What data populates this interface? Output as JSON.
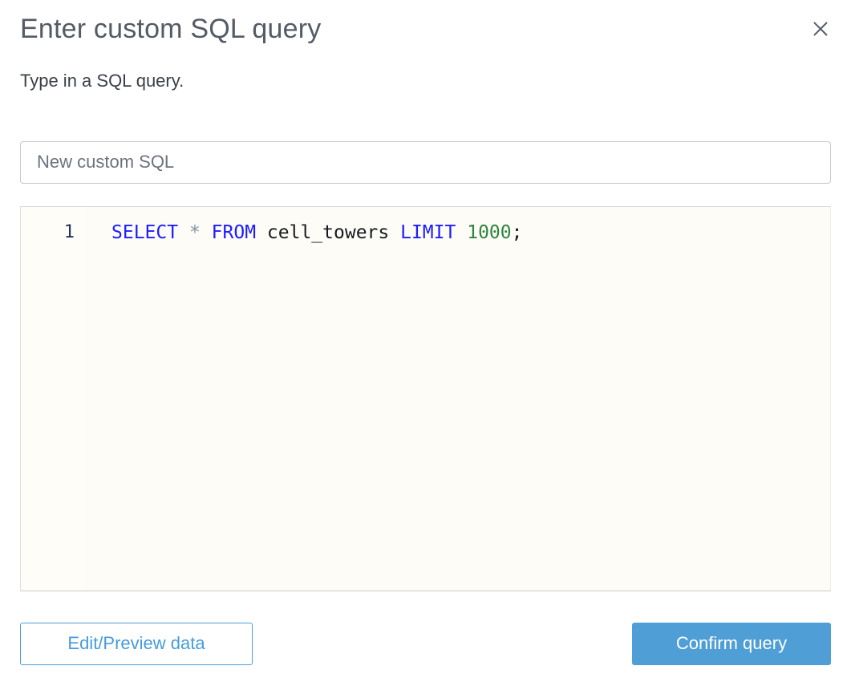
{
  "dialog": {
    "title": "Enter custom SQL query",
    "subtitle": "Type in a SQL query."
  },
  "query_name_input": {
    "value": "New custom SQL"
  },
  "editor": {
    "line_number": "1",
    "code_text": "SELECT * FROM cell_towers LIMIT 1000;",
    "tokens": [
      {
        "text": "SELECT",
        "type": "keyword"
      },
      {
        "text": " ",
        "type": "plain"
      },
      {
        "text": "*",
        "type": "operator"
      },
      {
        "text": " ",
        "type": "plain"
      },
      {
        "text": "FROM",
        "type": "keyword"
      },
      {
        "text": " ",
        "type": "plain"
      },
      {
        "text": "cell_towers",
        "type": "identifier"
      },
      {
        "text": " ",
        "type": "plain"
      },
      {
        "text": "LIMIT",
        "type": "keyword"
      },
      {
        "text": " ",
        "type": "plain"
      },
      {
        "text": "1000",
        "type": "number"
      },
      {
        "text": ";",
        "type": "punctuation"
      }
    ]
  },
  "footer": {
    "edit_preview_label": "Edit/Preview data",
    "confirm_label": "Confirm query"
  },
  "colors": {
    "accent_blue": "#4f9ed5",
    "secondary_button_blue": "#469cd9",
    "keyword_blue": "#1d1dff",
    "number_green": "#2e8540",
    "operator_gray_blue": "#8291a5",
    "line_number_navy": "#23305f",
    "title_gray": "#545b64",
    "editor_background": "#fdfcf6"
  }
}
